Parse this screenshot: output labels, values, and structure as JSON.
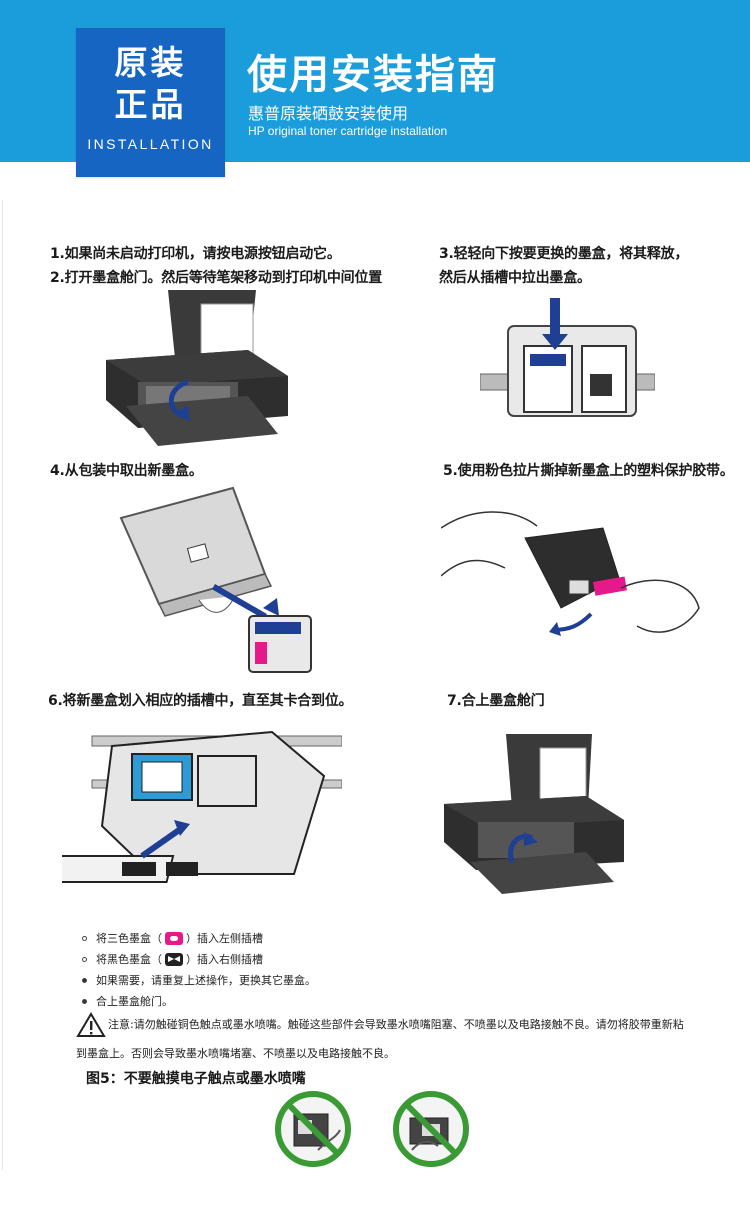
{
  "header": {
    "badge_line1": "原装",
    "badge_line2": "正品",
    "badge_label": "INSTALLATION",
    "title": "使用安装指南",
    "subtitle_cn": "惠普原装硒鼓安装使用",
    "subtitle_en": "HP original toner cartridge installation",
    "accent_color": "#1c9ddb",
    "badge_color": "#1665c2"
  },
  "steps": {
    "s1": "1.如果尚未启动打印机，请按电源按钮启动它。",
    "s2": "2.打开墨盒舱门。然后等待笔架移动到打印机中间位置",
    "s3a": "3.轻轻向下按要更换的墨盒，将其释放，",
    "s3b": "然后从插槽中拉出墨盒。",
    "s4": "4.从包装中取出新墨盒。",
    "s5": "5.使用粉色拉片撕掉新墨盒上的塑料保护胶带。",
    "s6": "6.将新墨盒划入相应的插槽中，直至其卡合到位。",
    "s7": "7.合上墨盒舱门"
  },
  "notes": {
    "b1_pre": "将三色墨盒（",
    "b1_post": "）插入左侧插槽",
    "b2_pre": "将黑色墨盒（",
    "b2_post": "）插入右侧插槽",
    "b3": "如果需要，请重复上述操作，更换其它墨盒。",
    "b4": "合上墨盒舱门。",
    "warning_line1": "注意:请勿触碰铜色触点或墨水喷嘴。触碰这些部件会导致墨水喷嘴阻塞、不喷墨以及电路接触不良。请勿将胶带重新粘",
    "warning_line2": "到墨盒上。否则会导致墨水喷嘴堵塞、不喷墨以及电路接触不良。",
    "fig5_caption": "图5：不要触摸电子触点或墨水喷嘴"
  },
  "illustrations": {
    "printer_open": "printer-open-icon",
    "cartridge_carriage": "cartridge-carriage-icon",
    "cartridge_package": "cartridge-package-icon",
    "tape_removal": "tape-removal-icon",
    "insert_cartridge": "insert-cartridge-icon",
    "printer_close": "printer-close-icon",
    "no_touch": "no-touch-icon",
    "colors": {
      "arrow": "#1f3f95",
      "magenta": "#e5198a",
      "prohibit_green": "#3a9b35"
    }
  }
}
